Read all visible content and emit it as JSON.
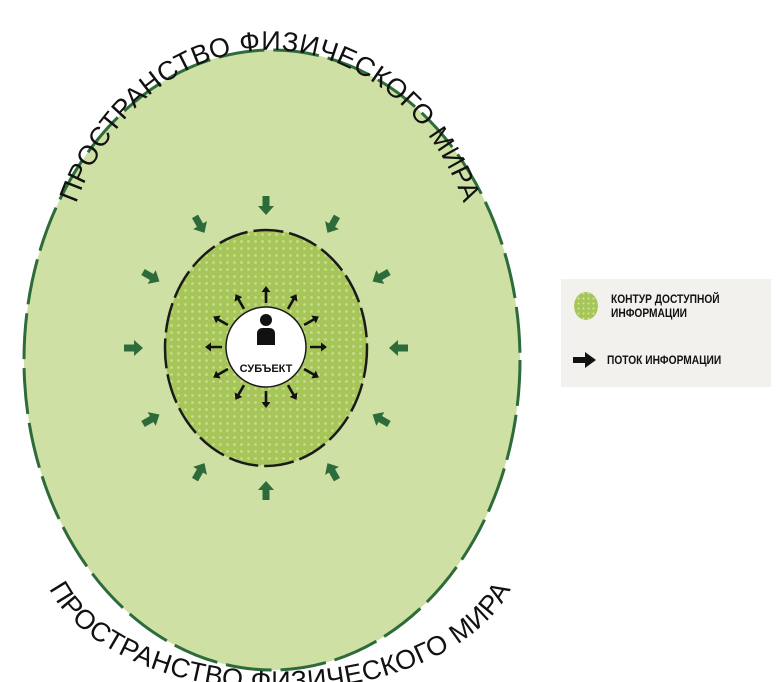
{
  "diagram": {
    "outer_label_top": "ПРОСТРАНСТВО ФИЗИЧЕСКОГО МИРА",
    "outer_label_bottom": "ПРОСТРАНСТВО ФИЗИЧЕСКОГО МИРА",
    "subject_label": "СУБЪЕКТ",
    "outer_arrow_count": 12,
    "inner_arrow_count": 12,
    "colors": {
      "outer_fill": "#cfe0a4",
      "outer_border": "#2e6b3a",
      "inner_fill": "#a7c65a",
      "inner_border": "#1a1a1a",
      "outer_arrow": "#2e6b3a",
      "inner_arrow": "#111111"
    }
  },
  "legend": {
    "items": [
      {
        "label": "КОНТУР ДОСТУПНОЙ ИНФОРМАЦИИ",
        "icon": "dotted-green-circle-icon"
      },
      {
        "label": "ПОТОК ИНФОРМАЦИИ",
        "icon": "black-arrow-icon"
      }
    ]
  }
}
